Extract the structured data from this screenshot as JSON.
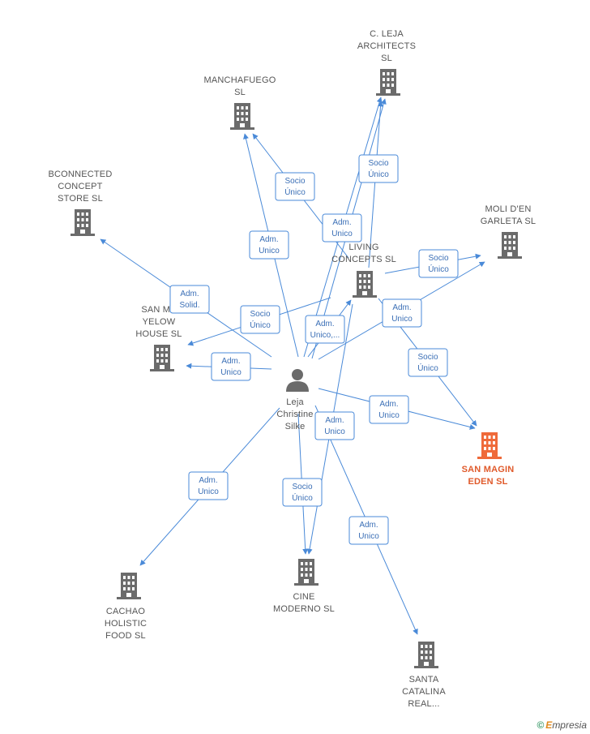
{
  "colors": {
    "edge": "#4a8ad8",
    "building": "#6b6b6b",
    "highlight": "#ef6a3a",
    "person": "#6b6b6b"
  },
  "person": {
    "lines": [
      "Leja",
      "Christine",
      "Silke"
    ]
  },
  "companies": [
    {
      "id": "leja",
      "lines": [
        "C.  LEJA",
        "ARCHITECTS",
        "SL"
      ]
    },
    {
      "id": "manchafuego",
      "lines": [
        "MANCHAFUEGO",
        "SL"
      ]
    },
    {
      "id": "bconnected",
      "lines": [
        "BCONNECTED",
        "CONCEPT",
        "STORE SL"
      ]
    },
    {
      "id": "molid",
      "lines": [
        "MOLI D'EN",
        "GARLETA  SL"
      ]
    },
    {
      "id": "living",
      "lines": [
        "LIVING",
        "CONCEPTS  SL"
      ]
    },
    {
      "id": "yellow",
      "lines": [
        "SAN MA",
        "YELOW",
        "HOUSE  SL"
      ]
    },
    {
      "id": "sanmagin",
      "lines": [
        "SAN MAGIN",
        "EDEN  SL"
      ],
      "highlight": true
    },
    {
      "id": "cachao",
      "lines": [
        "CACHAO",
        "HOLISTIC",
        "FOOD  SL"
      ]
    },
    {
      "id": "cine",
      "lines": [
        "CINE",
        "MODERNO  SL"
      ]
    },
    {
      "id": "catalina",
      "lines": [
        "SANTA",
        "CATALINA",
        "REAL..."
      ]
    }
  ],
  "edge_labels": [
    {
      "id": "l1",
      "lines": [
        "Socio",
        "Único"
      ]
    },
    {
      "id": "l2",
      "lines": [
        "Adm.",
        "Unico"
      ]
    },
    {
      "id": "l3",
      "lines": [
        "Socio",
        "Único"
      ]
    },
    {
      "id": "l4",
      "lines": [
        "Adm.",
        "Unico"
      ]
    },
    {
      "id": "l5",
      "lines": [
        "Socio",
        "Único"
      ]
    },
    {
      "id": "l6",
      "lines": [
        "Adm.",
        "Solid."
      ]
    },
    {
      "id": "l7",
      "lines": [
        "Socio",
        "Único"
      ]
    },
    {
      "id": "l8",
      "lines": [
        "Adm.",
        "Unico"
      ]
    },
    {
      "id": "l9",
      "lines": [
        "Adm.",
        "Unico,..."
      ]
    },
    {
      "id": "l10",
      "lines": [
        "Adm.",
        "Unico"
      ]
    },
    {
      "id": "l11",
      "lines": [
        "Socio",
        "Único"
      ]
    },
    {
      "id": "l12",
      "lines": [
        "Adm.",
        "Unico"
      ]
    },
    {
      "id": "l13",
      "lines": [
        "Adm.",
        "Unico"
      ]
    },
    {
      "id": "l14",
      "lines": [
        "Socio",
        "Único"
      ]
    },
    {
      "id": "l15",
      "lines": [
        "Adm.",
        "Unico"
      ]
    },
    {
      "id": "l16",
      "lines": [
        "Adm.",
        "Unico"
      ]
    },
    {
      "id": "l17",
      "lines": [
        "Adm.",
        "Unico"
      ]
    }
  ],
  "brand": {
    "copyright": "©",
    "e": "E",
    "name": "mpresia"
  }
}
